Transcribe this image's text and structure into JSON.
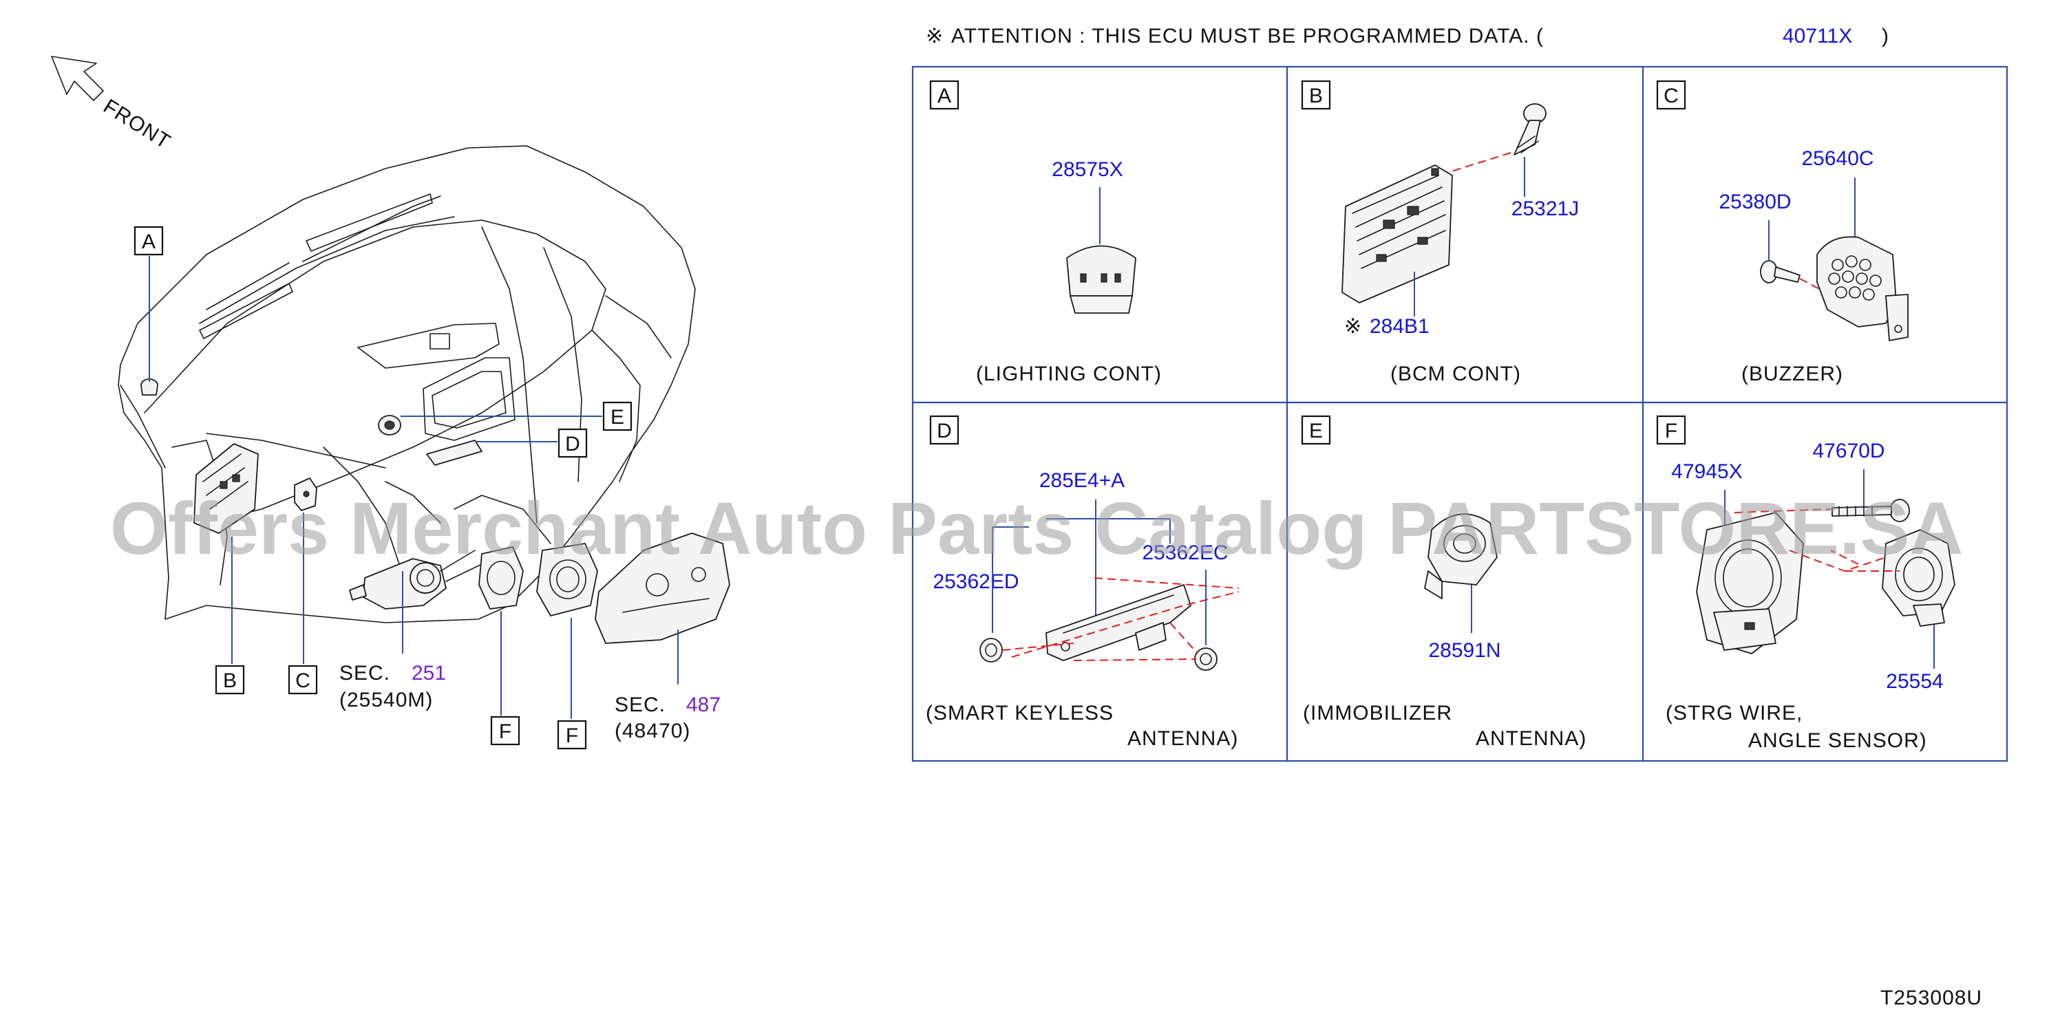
{
  "header": {
    "attention_symbol": "※",
    "attention_text": "ATTENTION  :  THIS  ECU  MUST  BE  PROGRAMMED  DATA.  (",
    "attention_part": "40711X",
    "attention_close": ")"
  },
  "front": {
    "label": "FRONT"
  },
  "overview": {
    "callouts": [
      "A",
      "B",
      "C",
      "D",
      "E",
      "F",
      "F"
    ],
    "sec_251": {
      "prefix": "SEC.",
      "number": "251",
      "part": "(25540M)"
    },
    "sec_487": {
      "prefix": "SEC.",
      "number": "487",
      "part": "(48470)"
    }
  },
  "panels": [
    {
      "letter": "A",
      "parts": [
        "28575X"
      ],
      "caption": [
        "(LIGHTING   CONT)"
      ]
    },
    {
      "letter": "B",
      "parts": [
        "25321J",
        "284B1"
      ],
      "mark": "※",
      "caption": [
        "(BCM   CONT)"
      ]
    },
    {
      "letter": "C",
      "parts": [
        "25640C",
        "25380D"
      ],
      "caption": [
        "(BUZZER)"
      ]
    },
    {
      "letter": "D",
      "parts": [
        "285E4+A",
        "25362ED",
        "25362EC"
      ],
      "caption": [
        "(SMART   KEYLESS",
        "ANTENNA)"
      ]
    },
    {
      "letter": "E",
      "parts": [
        "28591N"
      ],
      "caption": [
        "(IMMOBILIZER",
        "ANTENNA)"
      ]
    },
    {
      "letter": "F",
      "parts": [
        "47945X",
        "47670D",
        "25554"
      ],
      "caption": [
        "(STRG   WIRE,",
        "ANGLE   SENSOR)"
      ]
    }
  ],
  "watermark": "Offers Merchant Auto Parts Catalog PARTSTORE.SA",
  "figure_id": "T253008U",
  "colors": {
    "part_number": "#1414d8",
    "section_ref": "#7a22c8",
    "leader": "#2c4fa8",
    "dashed": "#e0201c"
  }
}
